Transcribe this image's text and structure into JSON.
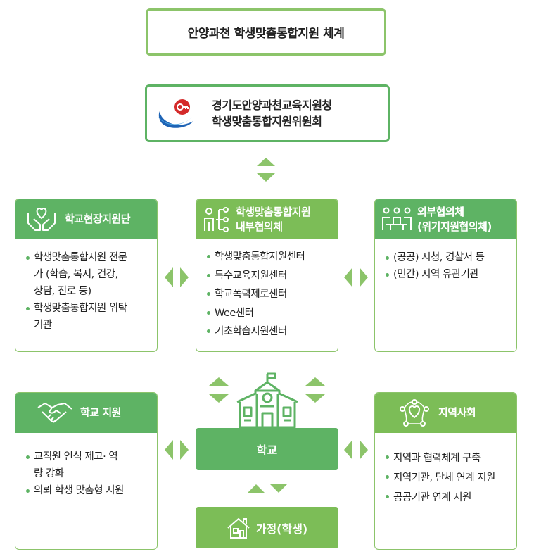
{
  "title": "안양과천 학생맞춤통합지원 체계",
  "committee": {
    "line1": "경기도안양과천교육지원청",
    "line2": "학생맞춤통합지원위원회"
  },
  "field_support": {
    "title": "학교현장지원단",
    "items": [
      "학생맞춤통합지원 전문가 (학습, 복지, 건강, 상담, 진로 등)",
      "학생맞춤통합지원 위탁 기관"
    ]
  },
  "internal_council": {
    "title_line1": "학생맞춤통합지원",
    "title_line2": "내부협의체",
    "items": [
      "학생맞춤통합지원센터",
      "특수교육지원센터",
      "학교폭력제로센터",
      "Wee센터",
      "기초학습지원센터"
    ]
  },
  "external_council": {
    "title_line1": "외부협의체",
    "title_line2": "(위기지원협의체)",
    "items": [
      "(공공) 시청, 경찰서 등",
      "(민간) 지역 유관기관"
    ]
  },
  "school_support": {
    "title": "학교 지원",
    "items": [
      "교직원 인식 제고· 역량 강화",
      "의뢰 학생 맞춤형 지원"
    ]
  },
  "community": {
    "title": "지역사회",
    "items": [
      "지역과 협력체계 구축",
      "지역기관, 단체 연계 지원",
      "공공기관 연계 지원"
    ]
  },
  "school": "학교",
  "home": "가정(학생)",
  "colors": {
    "dark_green": "#5eb364",
    "light_green": "#7cbd57",
    "border_green": "#8cc46a",
    "logo_blue": "#1e63b5",
    "logo_red": "#d42a2a"
  }
}
